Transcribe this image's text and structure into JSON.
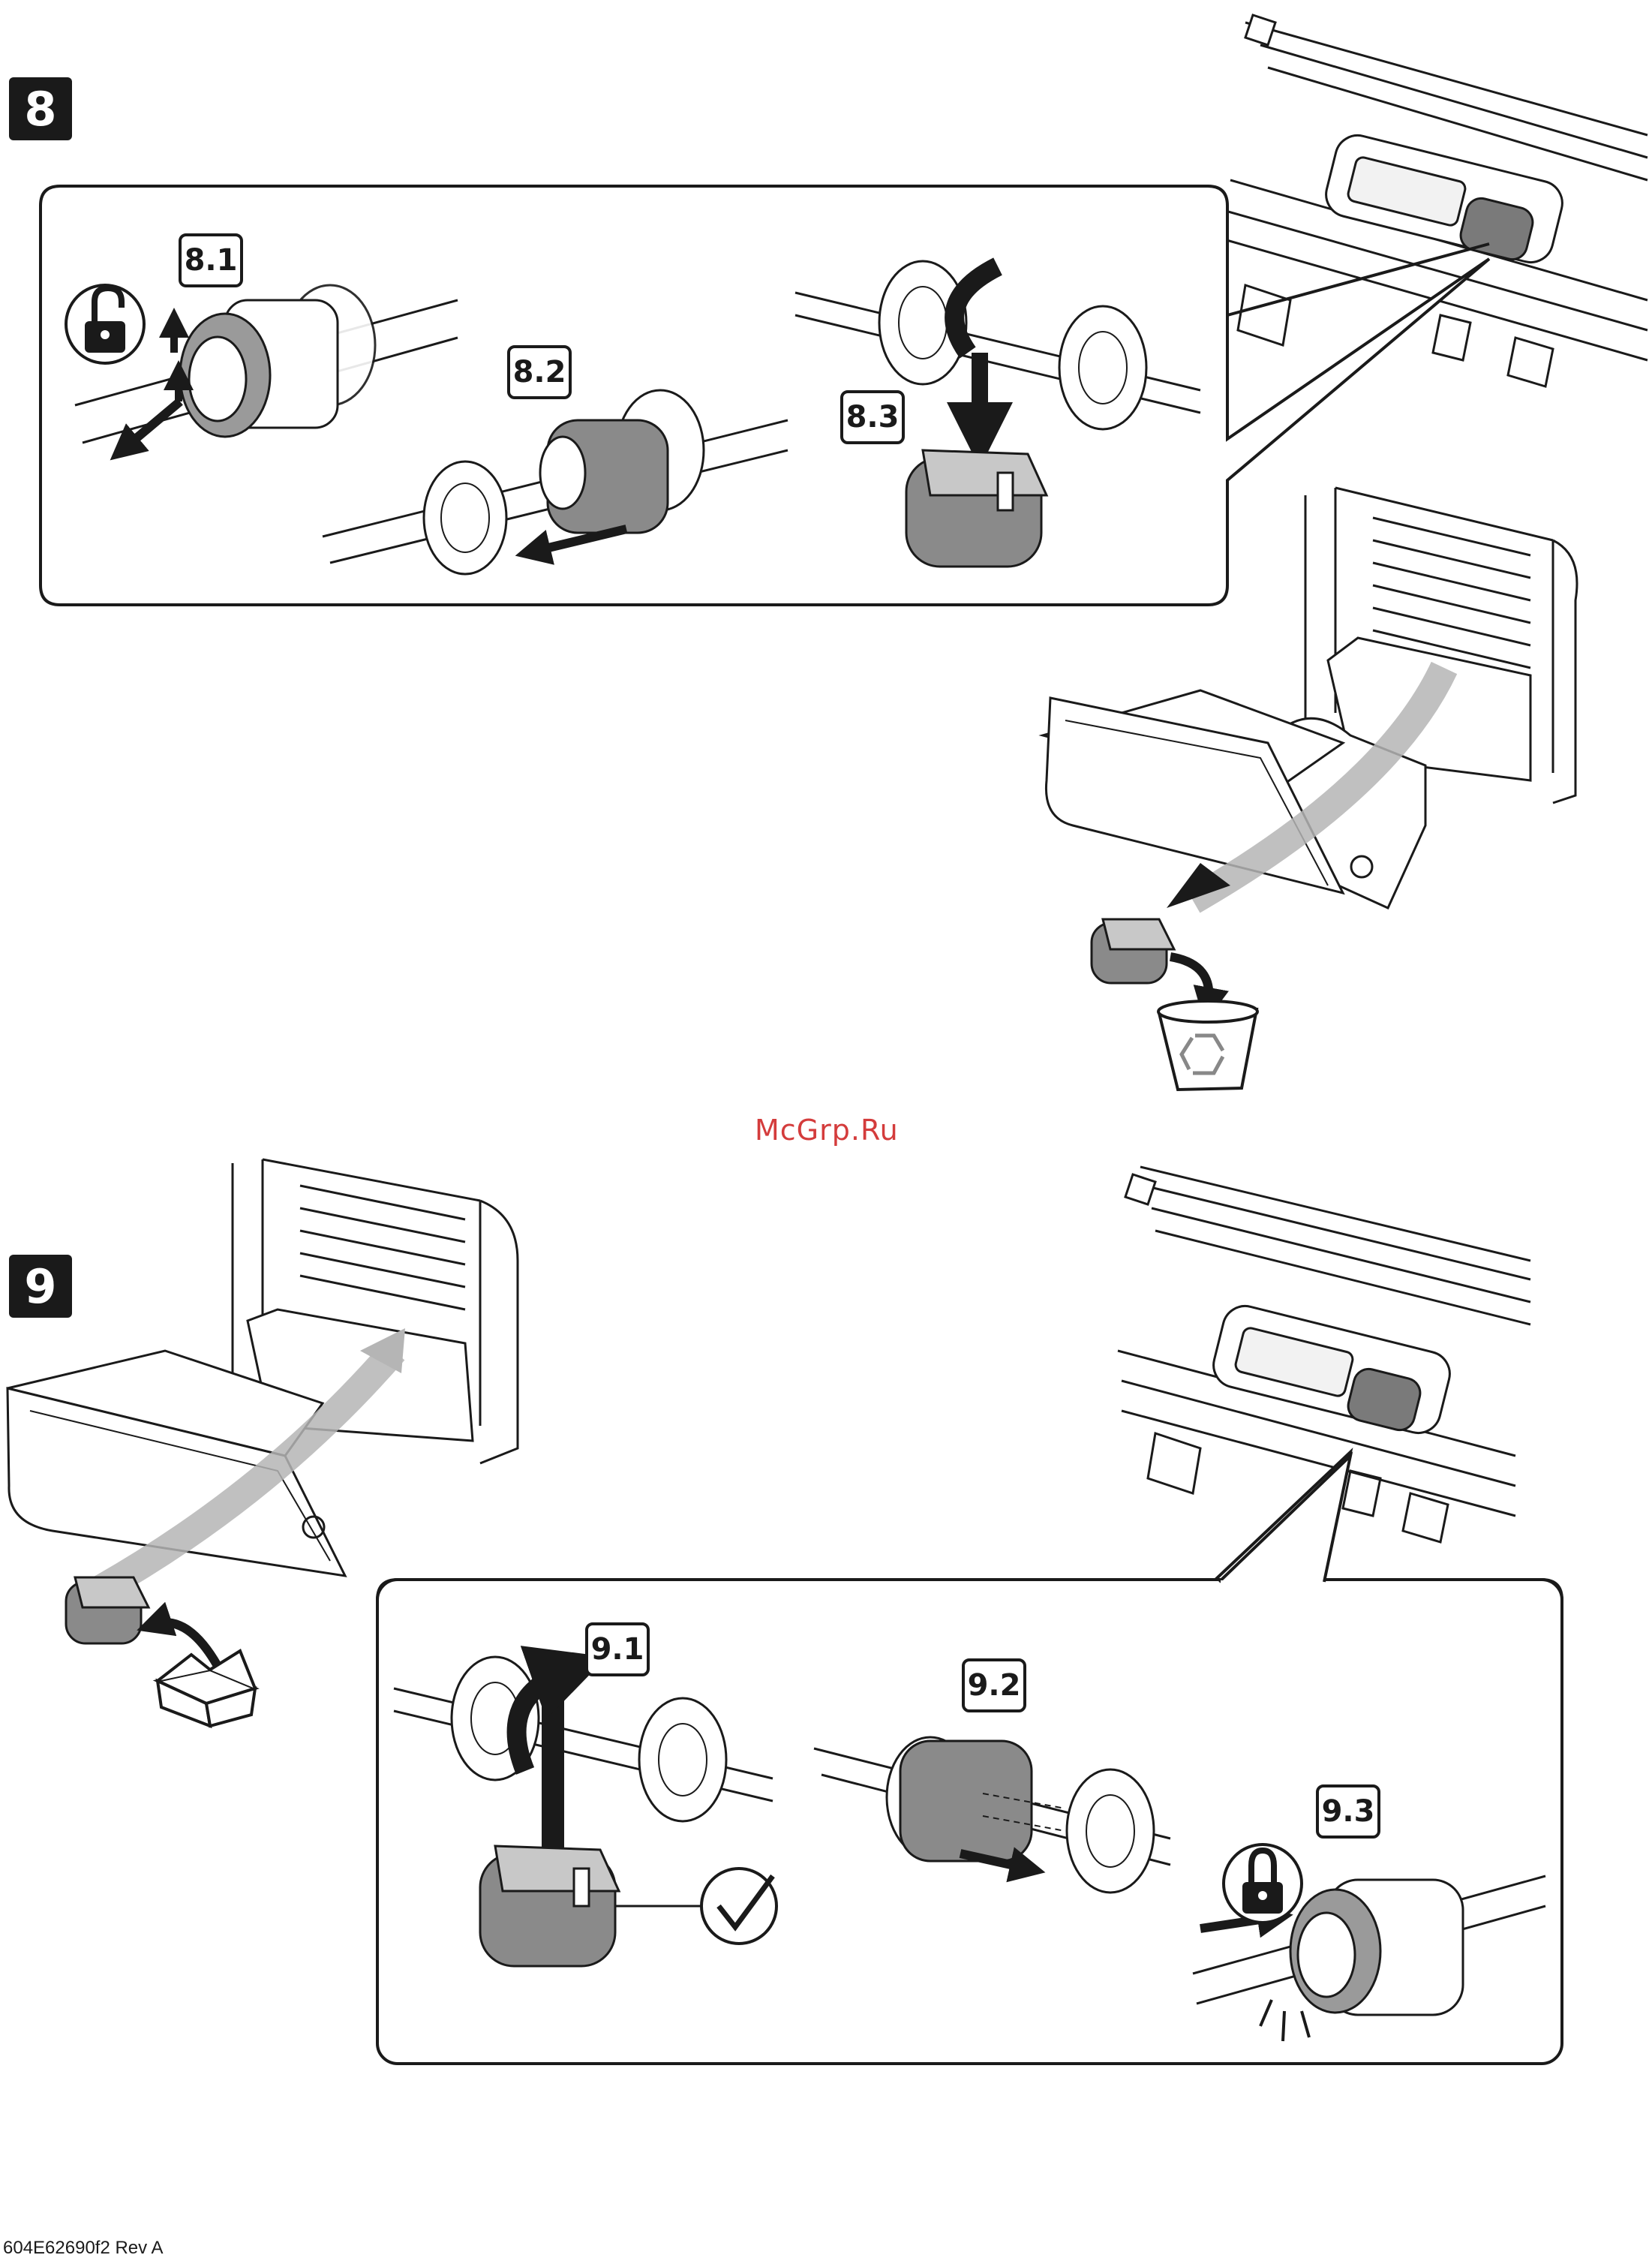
{
  "steps": {
    "step8": {
      "number": "8",
      "sub": [
        "8.1",
        "8.2",
        "8.3"
      ]
    },
    "step9": {
      "number": "9",
      "sub": [
        "9.1",
        "9.2",
        "9.3"
      ]
    }
  },
  "watermark": "McGrp.Ru",
  "doc_code": "604E62690f2 Rev A",
  "icons": [
    "unlock-icon",
    "lock-icon",
    "recycle-bin-icon",
    "open-box-icon",
    "checkmark-icon",
    "printer-icon",
    "roller-icon",
    "arrow-icon"
  ],
  "colors": {
    "ink": "#1a1a1a",
    "roller_gray": "#8a8a8a",
    "arrow_gray": "#b5b5b5",
    "watermark_red": "#d43c3c"
  }
}
